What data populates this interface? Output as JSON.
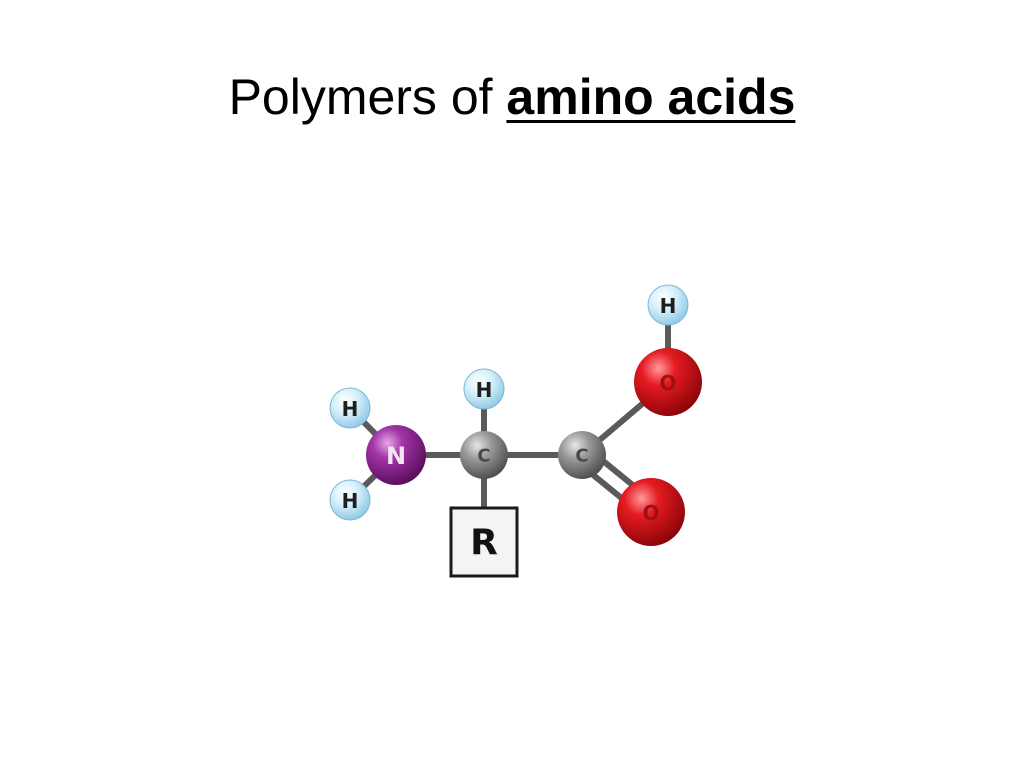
{
  "title": {
    "prefix": "Polymers of ",
    "emphasis": "amino acids"
  },
  "molecule": {
    "atoms": {
      "hydrogen_amine_top": "H",
      "hydrogen_amine_bottom": "H",
      "nitrogen": "N",
      "alpha_carbon": "C",
      "hydrogen_alpha": "H",
      "carboxyl_carbon": "C",
      "hydroxyl_oxygen": "O",
      "hydroxyl_hydrogen": "H",
      "carbonyl_oxygen": "O",
      "side_chain": "R"
    },
    "colors": {
      "hydrogen": "#bfe6f7",
      "nitrogen": "#8a1f8f",
      "carbon": "#8c8c8c",
      "oxygen": "#d8141b",
      "bond": "#5a5a5a"
    }
  }
}
